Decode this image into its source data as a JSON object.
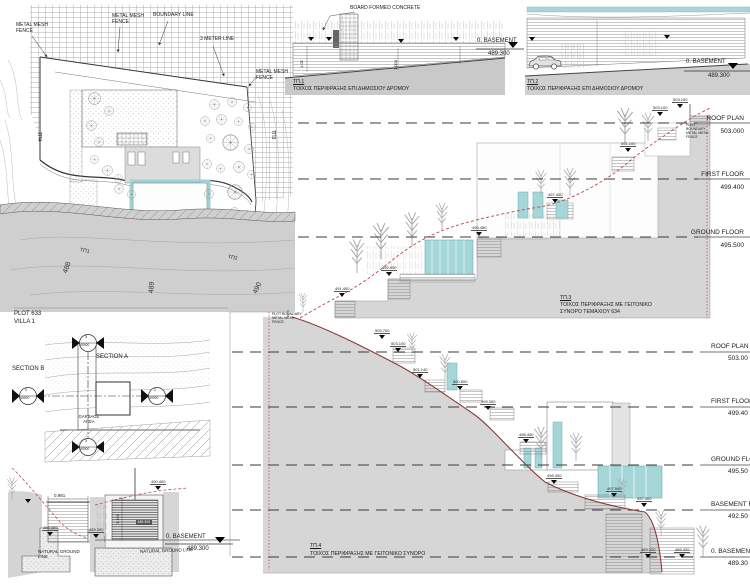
{
  "site_plan": {
    "fence_label_left": "METAL MESH\nFENCE",
    "fence_label_top": "METAL MESH\nFENCE",
    "boundary_label": "BOUNDARY LINE",
    "three_meter_label": "3 METER LINE",
    "fence_label_right": "METAL MESH\nFENCE",
    "contours": [
      "488",
      "489",
      "490"
    ],
    "tags": [
      "ΤΠ1",
      "ΤΠ2",
      "ΤΠ3",
      "ΤΠ4"
    ]
  },
  "tp1": {
    "tag": "ΤΠ.1",
    "caption": "ΤΟΙΧΟΣ ΠΕΡΙΦΡΑΞΗΣ ΕΠΙ ΔΗΜΟΣΙΟΥ ΔΡΟΜΟΥ",
    "note": "BOARD FORMED CONCRETE",
    "dim_a": "1.05",
    "dim_b": "1.000",
    "level_label": "0. BASEMENT",
    "level_value": "489.300"
  },
  "tp2": {
    "tag": "ΤΠ.2",
    "caption": "ΤΟΙΧΟΣ ΠΕΡΙΦΡΑΞΗΣ ΕΠΙ ΔΗΜΟΣΙΟΥ ΔΡΟΜΟΥ",
    "level_label": "0. BASEMENT",
    "level_value": "489.300"
  },
  "tp3": {
    "tag": "ΤΠ.3",
    "caption_1": "ΤΟΙΧΟΣ ΠΕΡΙΦΡΑΞΗΣ ΜΕ ΓΕΙΤΟΝΙΚΟ",
    "caption_2": "ΣΥΝΟΡΟ ΤΕΜΑΧΙΟΥ 634",
    "fence_note": "PLOT\nBOUNDARY\nMETAL MESH\nFENCE",
    "levels": [
      {
        "label": "ROOF PLAN",
        "value": "503.000"
      },
      {
        "label": "FIRST FLOOR",
        "value": "499.400"
      },
      {
        "label": "GROUND FLOOR",
        "value": "495.500"
      }
    ],
    "spots": [
      "503.100",
      "503.100",
      "501.100",
      "497.400",
      "495.450",
      "492.900",
      "491.400"
    ]
  },
  "plot_detail": {
    "title_1": "PLOT 633",
    "title_2": "VILLA 1",
    "section_a": "SECTION A",
    "section_b": "SECTION B",
    "garbage": "GARBAGE\nAREA",
    "ref": "A9000",
    "num_vertical": "3",
    "num_horizontal": "2"
  },
  "detail_left": {
    "dim": "0.981",
    "spot": "489.300",
    "ground": "NATURAL GROUND\nLINE"
  },
  "detail_right": {
    "dim": "1.100",
    "spot_top": "490.400",
    "badge": "489.300",
    "spot_ground": "489.300",
    "ground": "NATURAL GROUND LINE",
    "level_label": "0. BASEMENT",
    "level_value": "489.300"
  },
  "tp4": {
    "tag": "ΤΠ.4",
    "caption": "ΤΟΙΧΟΣ ΠΕΡΙΦΡΑΞΗΣ ΜΕ ΓΕΙΤΟΝΙΚΟ ΣΥΝΟΡΟ",
    "fence_note": "PLOT BOUNDARY\nMETAL MESH\nFENCE",
    "levels": [
      {
        "label": "ROOF PLAN",
        "value": "503.00"
      },
      {
        "label": "FIRST FLOOR",
        "value": "499.40"
      },
      {
        "label": "GROUND FLOOR",
        "value": "495.50"
      },
      {
        "label": "BASEMENT ROOF",
        "value": "492.50"
      },
      {
        "label": "0. BASEMENT",
        "value": "489.30"
      }
    ],
    "spots": [
      "503.700",
      "503.100",
      "501.140",
      "500.600",
      "499.300",
      "498.450",
      "498.300",
      "497.500",
      "497.300",
      "489.320",
      "489.320"
    ]
  },
  "colors": {
    "teal": "#a6d7d8",
    "teal_stroke": "#6fa9ac",
    "terrain": "#d6d6d6",
    "road": "#cfcfcf",
    "red": "#9e3d3b"
  }
}
